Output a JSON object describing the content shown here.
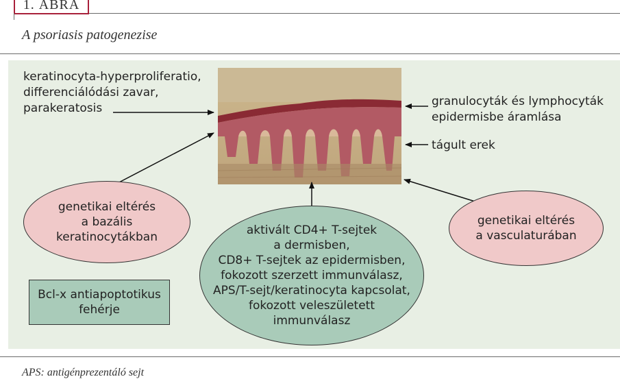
{
  "figure_label": "1. ÁBRA",
  "title": "A psoriasis patogenezise",
  "footnote": "APS: antigénprezentáló sejt",
  "colors": {
    "accent": "#a8203a",
    "panel": "#e8efe4",
    "pink": "#f0c9c9",
    "teal": "#a9cbb9"
  },
  "labels": {
    "hyperproliferation": [
      "keratinocyta-hyperproliferatio,",
      "differenciálódási zavar,",
      "parakeratosis"
    ],
    "granulocytes": [
      "granulocyták és lymphocyták",
      "epidermisbe áramlása"
    ],
    "vessels": "tágult erek"
  },
  "nodes": {
    "genetic_basal": [
      "genetikai eltérés",
      "a bazális",
      "keratinocytákban"
    ],
    "immune": [
      "aktivált CD4+ T-sejtek",
      "a dermisben,",
      "CD8+ T-sejtek az epidermisben,",
      "fokozott szerzett immunválasz,",
      "APS/T-sejt/keratinocyta kapcsolat,",
      "fokozott veleszületett",
      "immunválasz"
    ],
    "genetic_vascular": [
      "genetikai eltérés",
      "a vasculaturában"
    ],
    "bclx": [
      "Bcl-x antiapoptotikus",
      "fehérje"
    ]
  },
  "image": {
    "name": "skin-histology-image"
  }
}
